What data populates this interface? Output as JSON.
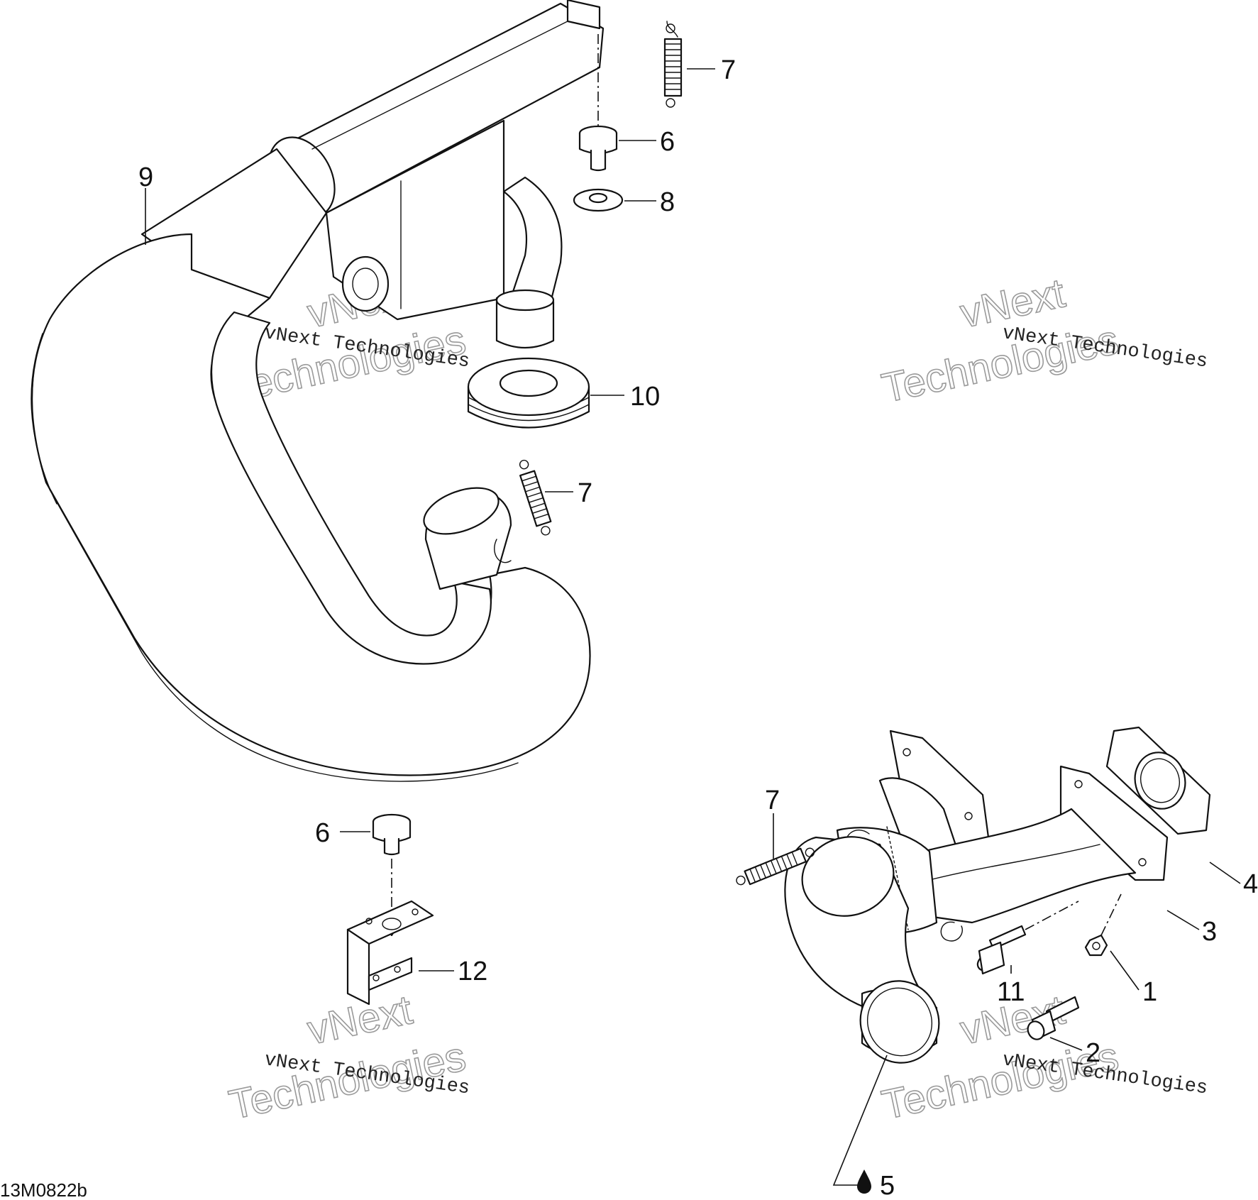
{
  "figure_code": "13M0822b",
  "watermark": {
    "line1": "vNext",
    "line2": "Technologies",
    "full": "vNext Technologies"
  },
  "callouts": {
    "c1": "1",
    "c2": "2",
    "c3": "3",
    "c4": "4",
    "c5": "5",
    "c6_top": "6",
    "c6_bottom": "6",
    "c7_top": "7",
    "c7_middle": "7",
    "c7_bottom": "7",
    "c8": "8",
    "c9": "9",
    "c10": "10",
    "c11": "11",
    "c12": "12"
  },
  "symbols": {
    "liquid_drop_icon": "drop-icon"
  }
}
